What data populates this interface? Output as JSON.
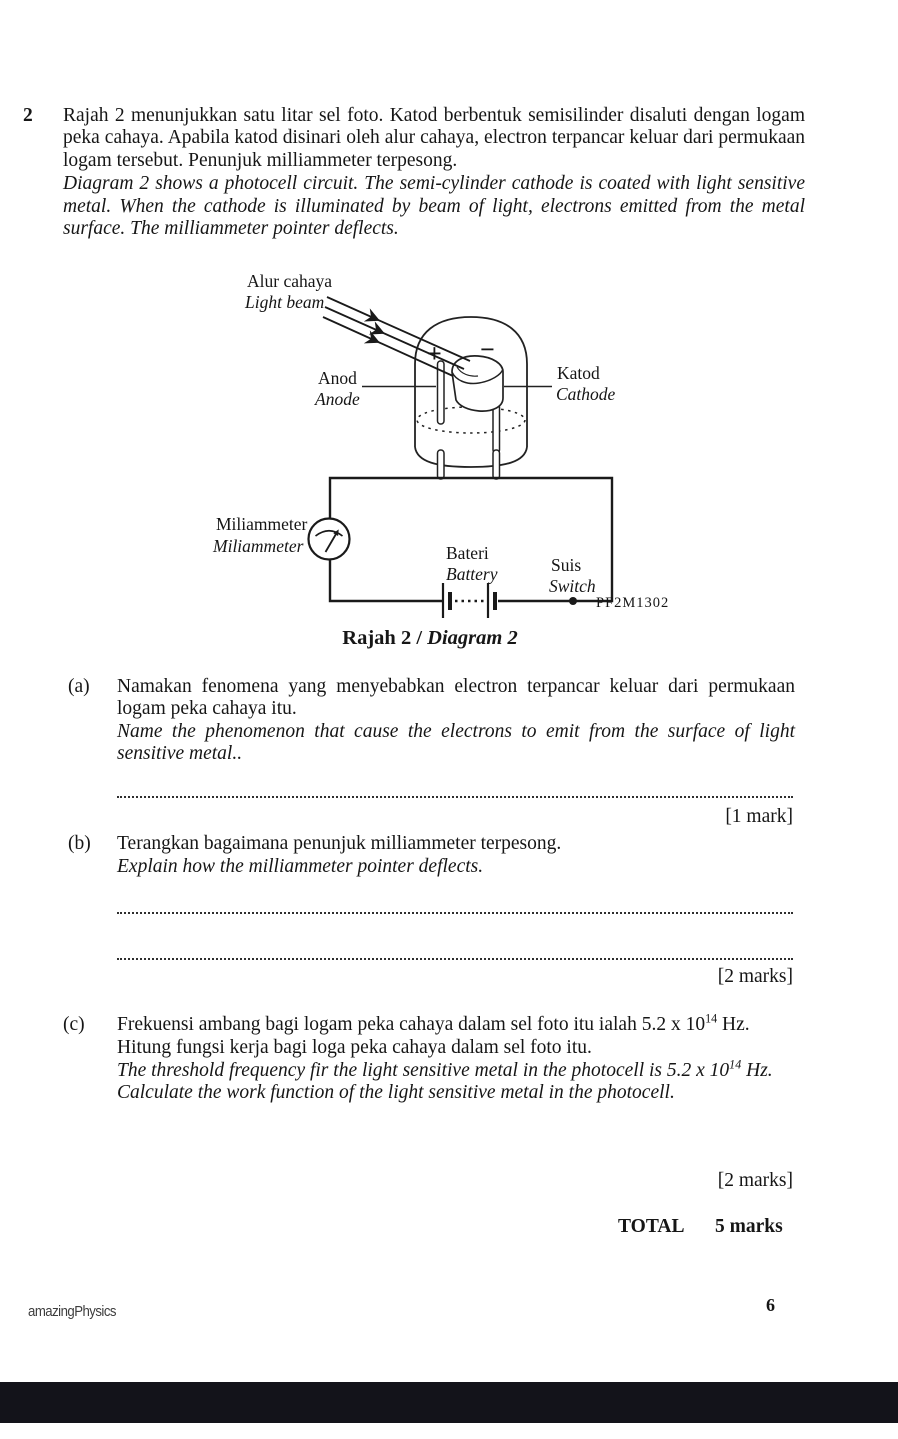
{
  "question": {
    "number": "2",
    "intro_ms": "Rajah 2 menunjukkan satu litar sel foto. Katod berbentuk semisilinder disaluti dengan logam peka cahaya. Apabila katod disinari oleh alur cahaya, electron terpancar keluar dari permukaan logam tersebut. Penunjuk milliammeter terpesong.",
    "intro_en": "Diagram 2 shows a photocell circuit. The semi-cylinder cathode is coated with light sensitive metal. When the cathode is illuminated by beam of light, electrons emitted from the metal surface. The milliammeter pointer deflects."
  },
  "diagram": {
    "labels": {
      "light_beam_ms": "Alur cahaya",
      "light_beam_en": "Light beam",
      "anode_ms": "Anod",
      "anode_en": "Anode",
      "cathode_ms": "Katod",
      "cathode_en": "Cathode",
      "milliammeter_ms": "Miliammeter",
      "milliammeter_en": "Miliammeter",
      "battery_ms": "Bateri",
      "battery_en": "Battery",
      "switch_ms": "Suis",
      "switch_en": "Switch",
      "plus_sign": "+",
      "minus_sign": "−"
    },
    "watermark": "PF2M1302: :",
    "caption_ms": "Rajah 2",
    "caption_divider": " / ",
    "caption_en": "Diagram 2"
  },
  "parts": {
    "a": {
      "label": "(a)",
      "text_ms": "Namakan fenomena yang menyebabkan electron terpancar keluar dari permukaan logam peka cahaya itu.",
      "text_en": "Name the phenomenon that cause the electrons to emit from the surface of light sensitive metal..",
      "marks": "[1 mark]"
    },
    "b": {
      "label": "(b)",
      "text_ms": "Terangkan bagaimana penunjuk milliammeter terpesong.",
      "text_en": "Explain how the milliammeter pointer deflects.",
      "marks": "[2 marks]"
    },
    "c": {
      "label": "(c)",
      "line1_pre": "Frekuensi ambang bagi logam peka cahaya dalam sel  foto itu ialah 5.2 x 10",
      "line1_sup": "14",
      "line1_post": " Hz.",
      "line2": "Hitung fungsi kerja bagi loga peka cahaya dalam sel foto itu.",
      "line3_pre": "The threshold frequency fir the light sensitive metal in the photocell is 5.2 x 10",
      "line3_sup": "14",
      "line3_post": " Hz.",
      "line4": "Calculate the work function of the light sensitive metal in the photocell.",
      "marks": "[2 marks]"
    }
  },
  "total": {
    "label": "TOTAL",
    "value": "5 marks"
  },
  "footer": {
    "brand": "amazingPhysics",
    "page_number": "6"
  }
}
